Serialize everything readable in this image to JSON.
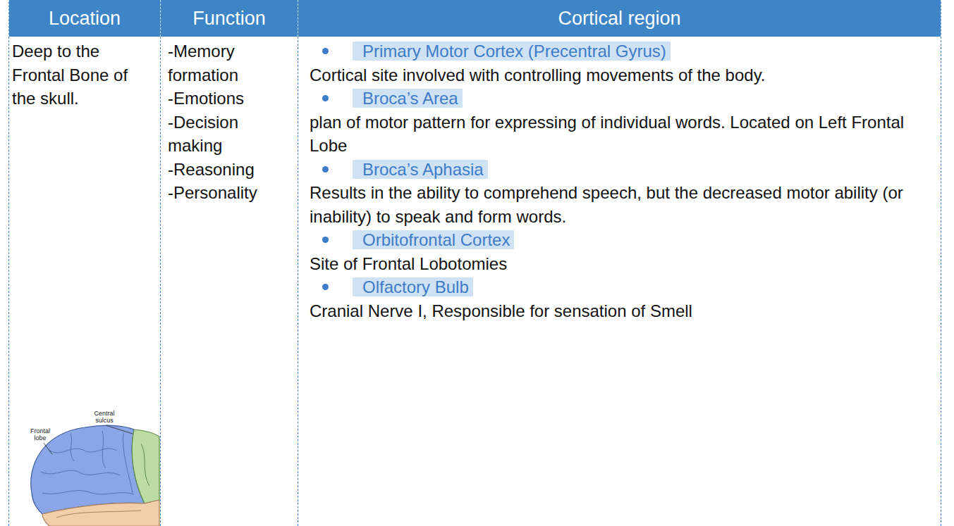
{
  "diagram": {
    "labels": [
      "Location",
      "Function",
      "Cortical region",
      "Deep to the Frontal Bone of the skull.",
      "-Memory formation",
      "-Emotions",
      "-Decision making",
      "-Reasoning",
      "-Personality",
      "Primary Motor Cortex (Precentral Gyrus)",
      "Cortical site involved with controlling movements of the body.",
      "Broca’s Area",
      "plan of motor pattern for expressing of individual words. Located on Left Frontal Lobe",
      "Broca’s Aphasia",
      "Results in the ability to comprehend speech, but the decreased motor ability (or inability) to speak and form words.",
      "Orbitofrontal Cortex",
      "Site of Frontal Lobotomies",
      "Olfactory Bulb",
      "Cranial Nerve I, Responsible for sensation of Smell",
      "Central sulcus",
      "Frontal lobe"
    ]
  }
}
